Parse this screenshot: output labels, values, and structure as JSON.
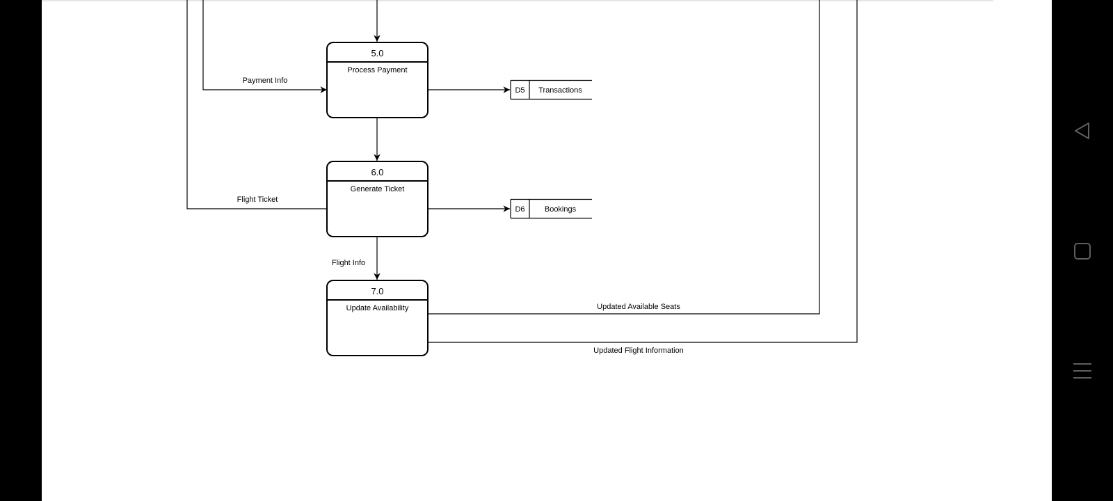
{
  "diagram": {
    "processes": [
      {
        "number": "5.0",
        "name": "Process Payment"
      },
      {
        "number": "6.0",
        "name": "Generate Ticket"
      },
      {
        "number": "7.0",
        "name": "Update Availability"
      }
    ],
    "stores": [
      {
        "id": "D5",
        "name": "Transactions"
      },
      {
        "id": "D6",
        "name": "Bookings"
      }
    ],
    "flows": {
      "payment_info": "Payment Info",
      "flight_ticket": "Flight Ticket",
      "flight_info": "Flight Info",
      "updated_seats": "Updated Available Seats",
      "updated_flight_info": "Updated Flight Information"
    }
  },
  "navbar": {
    "icons": [
      "back-icon",
      "home-icon",
      "recents-icon"
    ]
  },
  "colors": {
    "page_background": "#ffffff",
    "stroke": "#000000",
    "nav_background": "#000000",
    "nav_icon": "#5f5f5f"
  }
}
